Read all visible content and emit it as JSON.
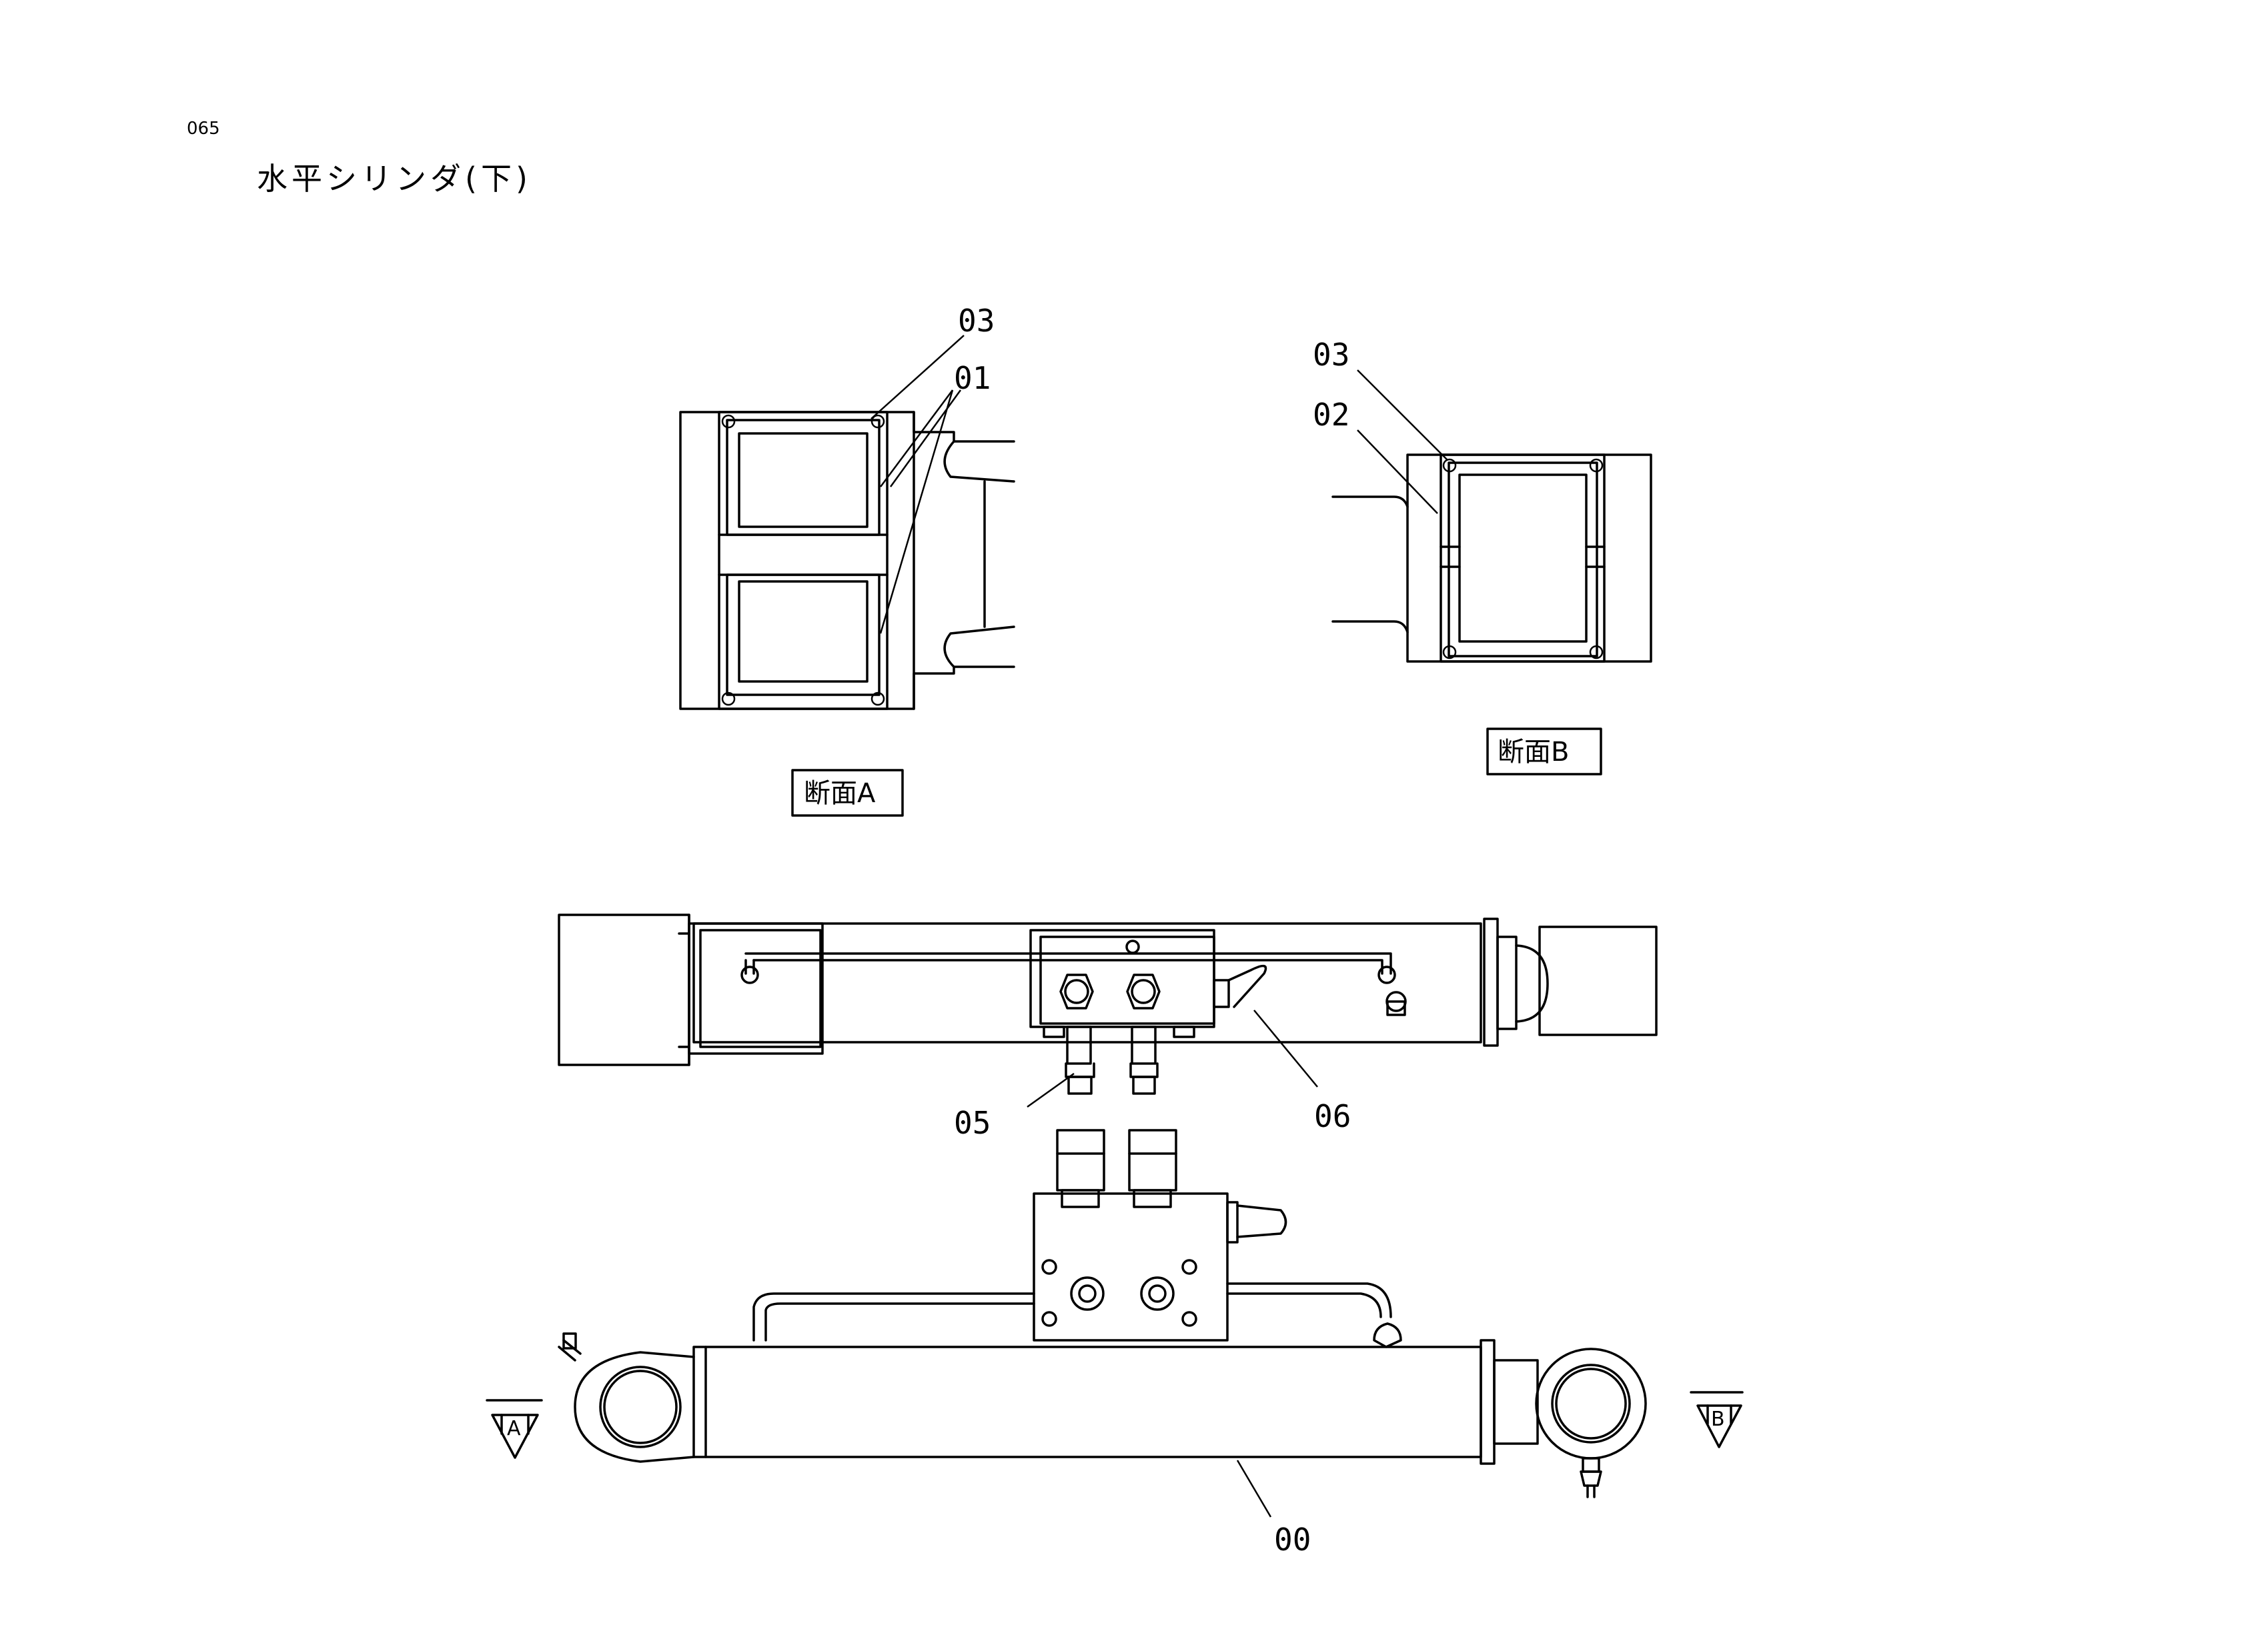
{
  "page_number": "065",
  "title": "水平シリンダ(下)",
  "section_labels": {
    "a": "断面A",
    "b": "断面B"
  },
  "part_labels": {
    "p00": "00",
    "p01": "01",
    "p02": "02",
    "p03_a": "03",
    "p03_b": "03",
    "p05": "05",
    "p06": "06"
  },
  "view_markers": {
    "a": "A",
    "b": "B"
  }
}
